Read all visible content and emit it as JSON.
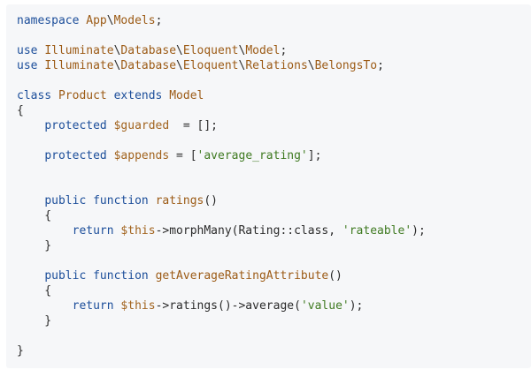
{
  "colors": {
    "background": "#ffffff",
    "code_background": "#f6f7f9",
    "keyword": "#1c4e9a",
    "class_name": "#9c5b16",
    "variable": "#a2641f",
    "string": "#3f7a21",
    "text": "#2b2b2b"
  },
  "code": {
    "l1": [
      {
        "t": "namespace ",
        "c": "kw"
      },
      {
        "t": "App",
        "c": "cls"
      },
      {
        "t": "\\",
        "c": "plain"
      },
      {
        "t": "Models",
        "c": "cls"
      },
      {
        "t": ";",
        "c": "plain"
      }
    ],
    "l3": [
      {
        "t": "use ",
        "c": "kw"
      },
      {
        "t": "Illuminate",
        "c": "cls"
      },
      {
        "t": "\\",
        "c": "plain"
      },
      {
        "t": "Database",
        "c": "cls"
      },
      {
        "t": "\\",
        "c": "plain"
      },
      {
        "t": "Eloquent",
        "c": "cls"
      },
      {
        "t": "\\",
        "c": "plain"
      },
      {
        "t": "Model",
        "c": "cls"
      },
      {
        "t": ";",
        "c": "plain"
      }
    ],
    "l4": [
      {
        "t": "use ",
        "c": "kw"
      },
      {
        "t": "Illuminate",
        "c": "cls"
      },
      {
        "t": "\\",
        "c": "plain"
      },
      {
        "t": "Database",
        "c": "cls"
      },
      {
        "t": "\\",
        "c": "plain"
      },
      {
        "t": "Eloquent",
        "c": "cls"
      },
      {
        "t": "\\",
        "c": "plain"
      },
      {
        "t": "Relations",
        "c": "cls"
      },
      {
        "t": "\\",
        "c": "plain"
      },
      {
        "t": "BelongsTo",
        "c": "cls"
      },
      {
        "t": ";",
        "c": "plain"
      }
    ],
    "l6": [
      {
        "t": "class ",
        "c": "kw"
      },
      {
        "t": "Product ",
        "c": "cls"
      },
      {
        "t": "extends ",
        "c": "kw"
      },
      {
        "t": "Model",
        "c": "cls"
      }
    ],
    "l7": [
      {
        "t": "{",
        "c": "plain"
      }
    ],
    "l8": [
      {
        "t": "    ",
        "c": "plain"
      },
      {
        "t": "protected ",
        "c": "kw"
      },
      {
        "t": "$guarded",
        "c": "var"
      },
      {
        "t": "  = [];",
        "c": "plain"
      }
    ],
    "l10": [
      {
        "t": "    ",
        "c": "plain"
      },
      {
        "t": "protected ",
        "c": "kw"
      },
      {
        "t": "$appends",
        "c": "var"
      },
      {
        "t": " = [",
        "c": "plain"
      },
      {
        "t": "'average_rating'",
        "c": "str"
      },
      {
        "t": "];",
        "c": "plain"
      }
    ],
    "l13": [
      {
        "t": "    ",
        "c": "plain"
      },
      {
        "t": "public ",
        "c": "kw"
      },
      {
        "t": "function ",
        "c": "kw"
      },
      {
        "t": "ratings",
        "c": "cls"
      },
      {
        "t": "()",
        "c": "plain"
      }
    ],
    "l14": [
      {
        "t": "    {",
        "c": "plain"
      }
    ],
    "l15": [
      {
        "t": "        ",
        "c": "plain"
      },
      {
        "t": "return ",
        "c": "kw"
      },
      {
        "t": "$this",
        "c": "var"
      },
      {
        "t": "->morphMany(Rating::class, ",
        "c": "plain"
      },
      {
        "t": "'rateable'",
        "c": "str"
      },
      {
        "t": ");",
        "c": "plain"
      }
    ],
    "l16": [
      {
        "t": "    }",
        "c": "plain"
      }
    ],
    "l18": [
      {
        "t": "    ",
        "c": "plain"
      },
      {
        "t": "public ",
        "c": "kw"
      },
      {
        "t": "function ",
        "c": "kw"
      },
      {
        "t": "getAverageRatingAttribute",
        "c": "cls"
      },
      {
        "t": "()",
        "c": "plain"
      }
    ],
    "l19": [
      {
        "t": "    {",
        "c": "plain"
      }
    ],
    "l20": [
      {
        "t": "        ",
        "c": "plain"
      },
      {
        "t": "return ",
        "c": "kw"
      },
      {
        "t": "$this",
        "c": "var"
      },
      {
        "t": "->ratings()->average(",
        "c": "plain"
      },
      {
        "t": "'value'",
        "c": "str"
      },
      {
        "t": ");",
        "c": "plain"
      }
    ],
    "l21": [
      {
        "t": "    }",
        "c": "plain"
      }
    ],
    "l23": [
      {
        "t": "}",
        "c": "plain"
      }
    ]
  }
}
